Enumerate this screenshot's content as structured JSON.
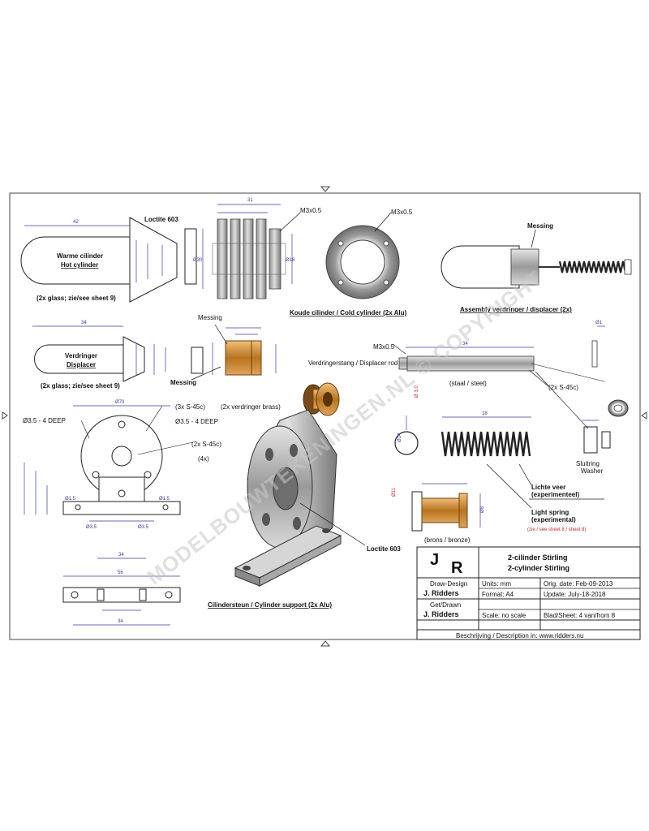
{
  "warm_cylinder": {
    "loctite_label": "Loctite 603",
    "name_line1": "Warme cilinder",
    "name_line2": "Hot cylinder",
    "note": "(2x glass; zie/see sheet 9)"
  },
  "displacer": {
    "name_line1": "Verdringer",
    "name_line2": "Displacer",
    "note": "(2x glass; zie/see sheet 9)"
  },
  "cold_cylinder": {
    "thread_label": "M3x0.5",
    "caption": "Koude cilinder / Cold cylinder (2x Alu)"
  },
  "ring": {
    "thread_label": "M3x0.5"
  },
  "assembly": {
    "label_top": "Messing",
    "caption": "Assembly verdringer / displacer (2x)"
  },
  "bushing": {
    "label": "Messing",
    "note": "(2x verdringer brass)",
    "arrow_label": "Messing"
  },
  "rod": {
    "thread_label": "M3x0.5",
    "label_left": "Verdringerstang / Displacer rod",
    "label_steel": "(staal / steel)",
    "label_right": "(2x S-45c)"
  },
  "support": {
    "callout_1": "Ø3.5 - 4 DEEP",
    "callout_2": "(3x S-45c)",
    "callout_3": "Ø3.5 - 4 DEEP",
    "callout_4": "(2x S-45c)",
    "callout_5": "(4x)",
    "caption": "Cilindersteun / Cylinder support (2x Alu)"
  },
  "piece_loctite": "Loctite 603",
  "spring": {
    "label_1": "Lichte veer",
    "label_1b": "(experimenteel)",
    "label_2": "Light spring",
    "label_2b": "(experimental)",
    "red_note": "(zie / see sheet 8 / sheet 8)",
    "washer_label_1": "Sluitring",
    "washer_label_2": "Washer"
  },
  "pin": {
    "note": "(brons / bronze)"
  },
  "title_block": {
    "logo_j": "J",
    "logo_r": "R",
    "title_nl": "2-cilinder Stirling",
    "title_en": "2-cylinder Stirling",
    "draw_label": "Draw-Design",
    "draw_name": "J. Ridders",
    "check_label": "Get/Drawn",
    "check_name": "J. Ridders",
    "units": "Units: mm",
    "orig_date": "Orig. date: Feb-09-2013",
    "format": "Format: A4",
    "update": "Update: July-18-2018",
    "scale": "Scale: no scale",
    "sheet": "Blad/Sheet: 4 van/from 8",
    "description": "Beschrijving / Description in:  www.ridders.nu"
  },
  "watermark": "MODELBOUWTEKENINGEN.NL © COPYRIGHT",
  "colors": {
    "dimension": "#3a3aa0",
    "metal": "#b9b9b9",
    "brass": "#c8862e",
    "red": "#c0272d"
  }
}
